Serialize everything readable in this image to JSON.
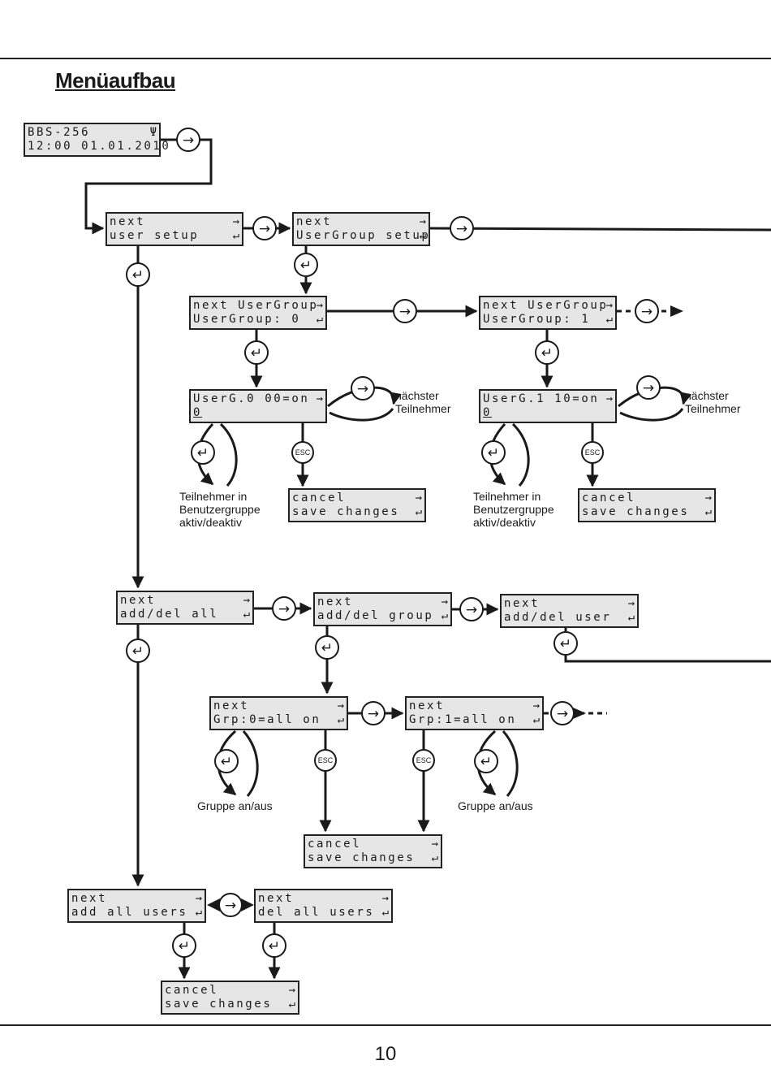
{
  "page": {
    "title": "Menüaufbau",
    "page_number": "10"
  },
  "symbols": {
    "next": "→",
    "enter": "↵",
    "esc": "ESC"
  },
  "screens": {
    "start": {
      "line1": "BBS-256",
      "line1_symbol": "Ψ",
      "line2": "12:00 01.01.2010"
    },
    "user_setup": {
      "line1": "next",
      "line2": "user setup"
    },
    "usergroup_setup": {
      "line1": "next",
      "line2": "UserGroup setup"
    },
    "next_usergroup_0": {
      "line1": "next UserGroup",
      "line2": "UserGroup: 0"
    },
    "next_usergroup_1": {
      "line1": "next UserGroup",
      "line2": "UserGroup: 1"
    },
    "userg0": {
      "line1": "UserG.0 00=on",
      "line2": "0"
    },
    "userg1": {
      "line1": "UserG.1 10=on",
      "line2": "0"
    },
    "cancel_a": {
      "line1": "cancel",
      "line2": "save changes"
    },
    "cancel_b": {
      "line1": "cancel",
      "line2": "save changes"
    },
    "add_del_all": {
      "line1": "next",
      "line2": "add/del all"
    },
    "add_del_group": {
      "line1": "next",
      "line2": "add/del group"
    },
    "add_del_user": {
      "line1": "next",
      "line2": "add/del user"
    },
    "grp0": {
      "line1": "next",
      "line2": "Grp:0=all on"
    },
    "grp1": {
      "line1": "next",
      "line2": "Grp:1=all on"
    },
    "cancel_c": {
      "line1": "cancel",
      "line2": "save changes"
    },
    "add_all_users": {
      "line1": "next",
      "line2": "add all users"
    },
    "del_all_users": {
      "line1": "next",
      "line2": "del all users"
    },
    "cancel_d": {
      "line1": "cancel",
      "line2": "save changes"
    }
  },
  "notes": {
    "next_participant_a": [
      "nächster",
      "Teilnehmer"
    ],
    "next_participant_b": [
      "nächster",
      "Teilnehmer"
    ],
    "participant_toggle_a": [
      "Teilnehmer in",
      "Benutzergruppe",
      "aktiv/deaktiv"
    ],
    "participant_toggle_b": [
      "Teilnehmer in",
      "Benutzergruppe",
      "aktiv/deaktiv"
    ],
    "group_toggle_a": "Gruppe an/aus",
    "group_toggle_b": "Gruppe an/aus"
  }
}
